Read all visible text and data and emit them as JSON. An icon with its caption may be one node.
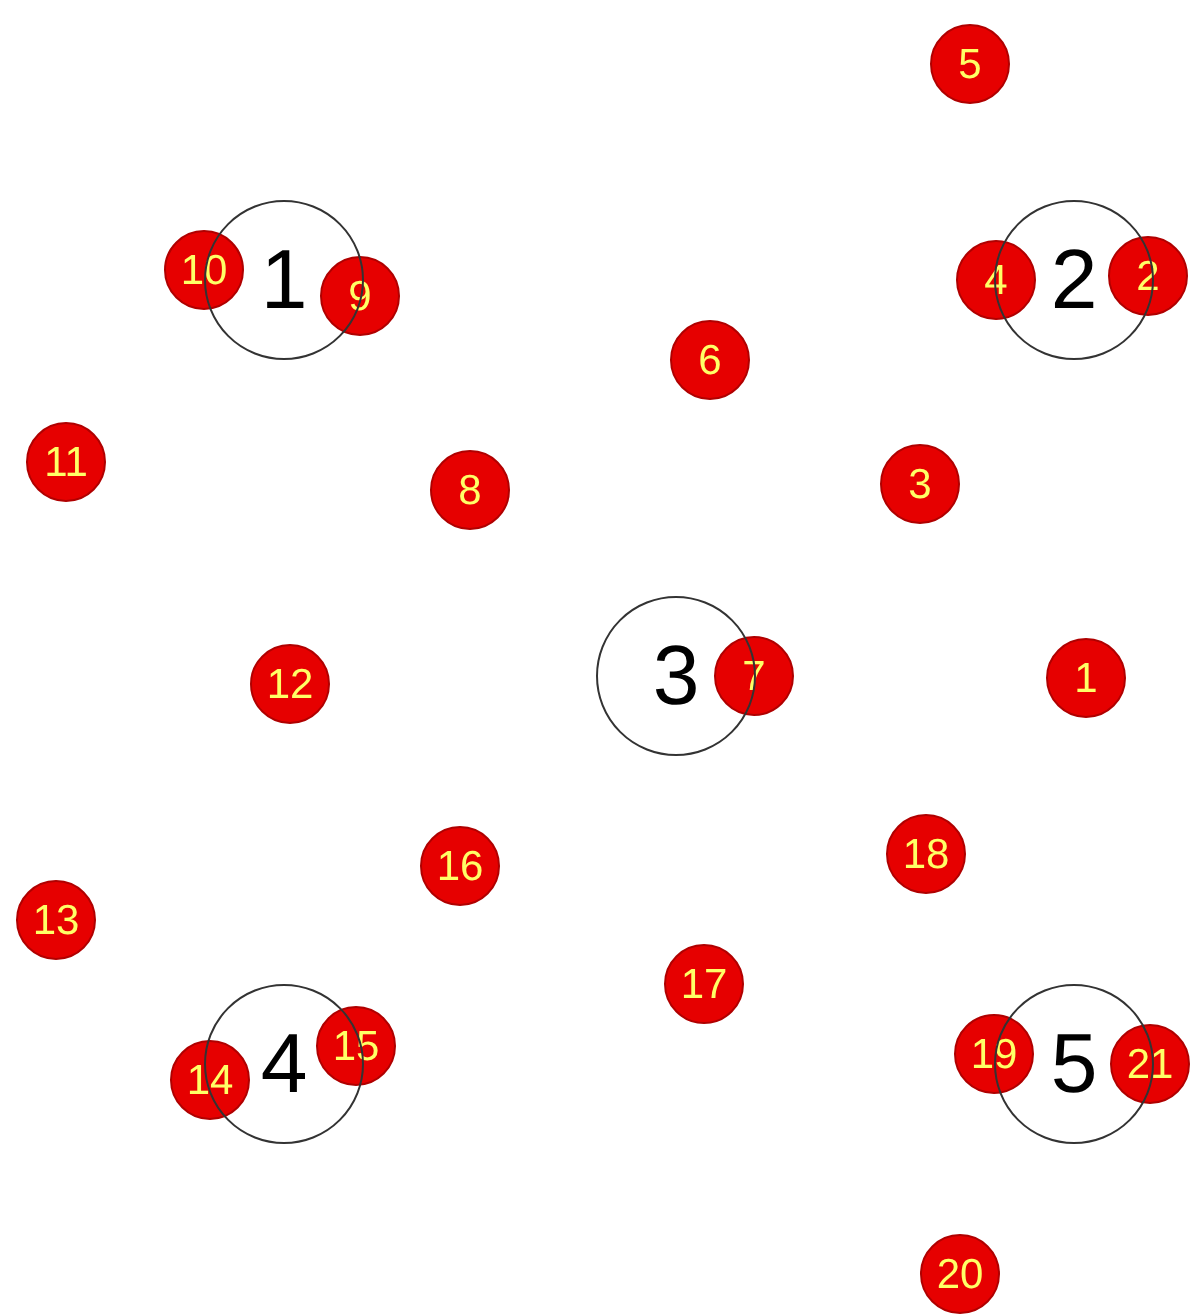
{
  "diagram": {
    "nodes": [
      {
        "text": [
          "5"
        ]
      },
      {
        "text": [
          "10"
        ]
      },
      {
        "text": [
          "1"
        ]
      },
      {
        "text": [
          "9"
        ]
      },
      {
        "text": [
          "4"
        ]
      },
      {
        "text": [
          "2"
        ]
      },
      {
        "text": [
          "2"
        ]
      },
      {
        "text": [
          "6"
        ]
      },
      {
        "text": [
          "11"
        ]
      },
      {
        "text": [
          "8"
        ]
      },
      {
        "text": [
          "3"
        ]
      },
      {
        "text": [
          "3"
        ]
      },
      {
        "text": [
          "7"
        ]
      },
      {
        "text": [
          "12"
        ]
      },
      {
        "text": [
          "1"
        ]
      },
      {
        "text": [
          "16"
        ]
      },
      {
        "text": [
          "18"
        ]
      },
      {
        "text": [
          "13"
        ]
      },
      {
        "text": [
          "17"
        ]
      },
      {
        "text": [
          "14"
        ]
      },
      {
        "text": [
          "4"
        ]
      },
      {
        "text": [
          "15"
        ]
      },
      {
        "text": [
          "19"
        ]
      },
      {
        "text": [
          "5"
        ]
      },
      {
        "text": [
          "21"
        ]
      },
      {
        "text": [
          "20"
        ]
      }
    ]
  }
}
